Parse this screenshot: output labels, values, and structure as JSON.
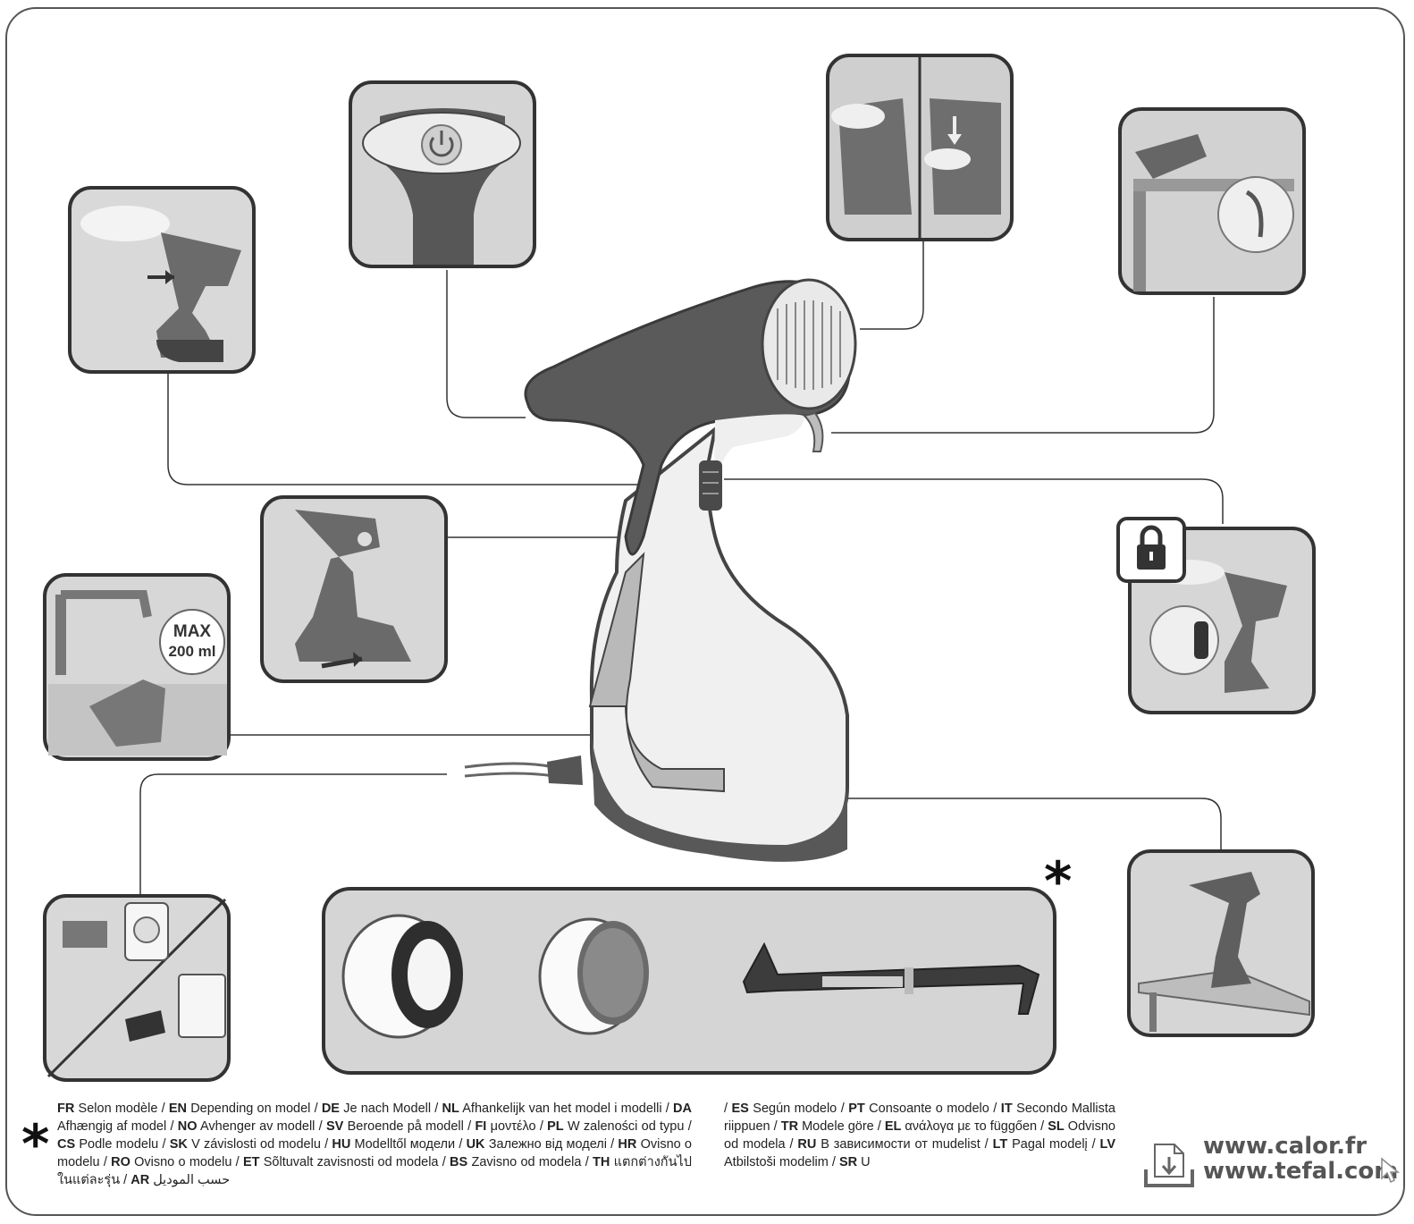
{
  "optional_marker": "*",
  "max_fill": {
    "line1": "MAX",
    "line2": "200 ml"
  },
  "legal_left": [
    {
      "code": "FR",
      "text": " Selon modèle / "
    },
    {
      "code": "EN",
      "text": " Depending on model / "
    },
    {
      "code": "DE",
      "text": " Je nach Modell / "
    },
    {
      "code": "NL",
      "text": " Afhankelijk van het model i modelli / "
    },
    {
      "code": "DA",
      "text": " Afhængig af model / "
    },
    {
      "code": "NO",
      "text": " Avhenger av modell / "
    },
    {
      "code": "SV",
      "text": " Beroende på modell / "
    },
    {
      "code": "FI",
      "text": " μοντέλο / "
    },
    {
      "code": "PL",
      "text": " W zaleności od typu / "
    },
    {
      "code": "CS",
      "text": " Podle modelu / "
    },
    {
      "code": "SK",
      "text": " V závislosti od modelu / "
    },
    {
      "code": "HU",
      "text": " Modelltől модели / "
    },
    {
      "code": "UK",
      "text": " Залежно від моделі / "
    },
    {
      "code": "HR",
      "text": " Ovisno o modelu / "
    },
    {
      "code": "RO",
      "text": " Ovisno o modelu / "
    },
    {
      "code": "ET",
      "text": " Sõltuvalt zavisnosti od modela / "
    },
    {
      "code": "BS",
      "text": " Zavisno od modela / "
    },
    {
      "code": "TH",
      "text": " แตกต่างกันไปในแต่ละรุ่น / "
    },
    {
      "code": "AR",
      "text": " حسب الموديل"
    }
  ],
  "legal_right": [
    {
      "code": "",
      "text": "/ "
    },
    {
      "code": "ES",
      "text": " Según modelo / "
    },
    {
      "code": "PT",
      "text": " Consoante o modelo / "
    },
    {
      "code": "IT",
      "text": " Secondo Mallista riippuen / "
    },
    {
      "code": "TR",
      "text": " Modele göre / "
    },
    {
      "code": "EL",
      "text": " ανάλογα με το függően / "
    },
    {
      "code": "SL",
      "text": " Odvisno od modela / "
    },
    {
      "code": "RU",
      "text": " В зависимости от mudelist / "
    },
    {
      "code": "LT",
      "text": " Pagal modelį / "
    },
    {
      "code": "LV",
      "text": " Atbilstoši modelim / "
    },
    {
      "code": "SR",
      "text": " U"
    }
  ],
  "urls": {
    "calor": "www.calor.fr",
    "tefal": "www.tefal.com"
  },
  "icons": [
    "power-icon",
    "lock-icon",
    "download-icon",
    "cursor-icon",
    "asterisk-icon"
  ],
  "colors": {
    "frame": "#555555",
    "panel_bg": "#d8d8d8",
    "product_body": "#f2f2f2",
    "product_dark": "#5a5a5a"
  }
}
